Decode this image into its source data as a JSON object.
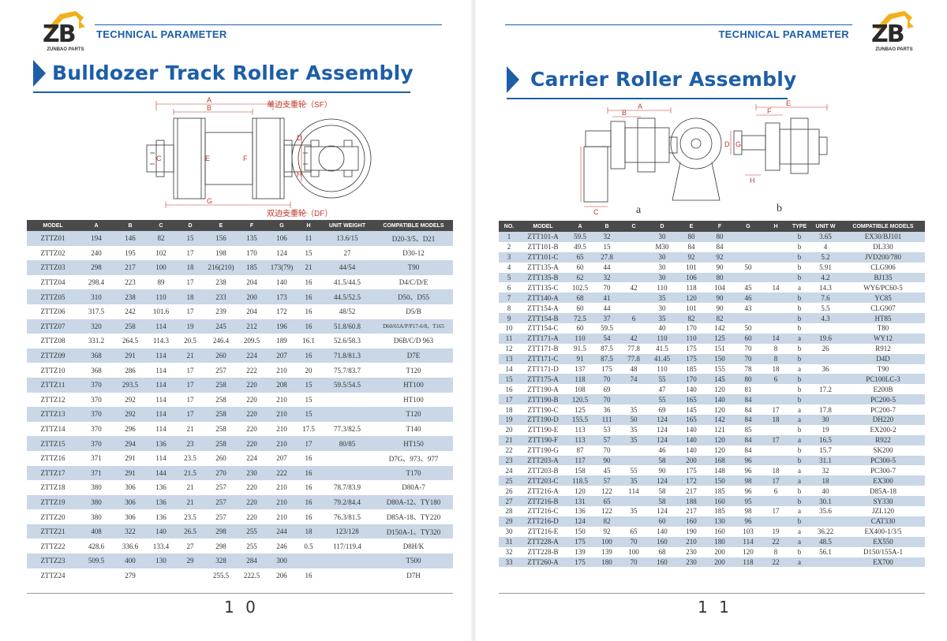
{
  "brand": {
    "sub": "ZUNBAO PARTS",
    "letters": "ZB"
  },
  "header_label": "TECHNICAL PARAMETER",
  "left": {
    "title": "Bulldozer Track Roller Assembly",
    "drawing_labels": {
      "A": "A",
      "B": "B",
      "C": "C",
      "D": "D",
      "E": "E",
      "F": "F",
      "G": "G",
      "H": "H",
      "sf": "单边支重轮（SF）",
      "df": "双边支重轮（DF）"
    },
    "columns": [
      "MODEL",
      "A",
      "B",
      "C",
      "D",
      "E",
      "F",
      "G",
      "H",
      "UNIT WEIGHT",
      "COMPATIBLE MODELS"
    ],
    "rows": [
      [
        "ZTTZ01",
        "194",
        "146",
        "82",
        "15",
        "156",
        "135",
        "106",
        "11",
        "13.6/15",
        "D20-3/5、D21"
      ],
      [
        "ZTTZ02",
        "240",
        "195",
        "102",
        "17",
        "198",
        "170",
        "124",
        "15",
        "27",
        "D30-12"
      ],
      [
        "ZTTZ03",
        "298",
        "217",
        "100",
        "18",
        "216(210)",
        "185",
        "173(79)",
        "21",
        "44/54",
        "T90"
      ],
      [
        "ZTTZ04",
        "298.4",
        "223",
        "89",
        "17",
        "238",
        "204",
        "140",
        "16",
        "41.5/44.5",
        "D4/C/D/E"
      ],
      [
        "ZTTZ05",
        "310",
        "238",
        "110",
        "18",
        "233",
        "200",
        "173",
        "16",
        "44.5/52.5",
        "D50、D55"
      ],
      [
        "ZTTZ06",
        "317.5",
        "242",
        "101.6",
        "17",
        "239",
        "204",
        "172",
        "16",
        "48/52",
        "D5/B"
      ],
      [
        "ZTTZ07",
        "320",
        "258",
        "114",
        "19",
        "245",
        "212",
        "196",
        "16",
        "51.8/60.8",
        "D60/65A/P/P17-6/8、T165"
      ],
      [
        "ZTTZ08",
        "331.2",
        "264.5",
        "114.3",
        "20.5",
        "246.4",
        "209.5",
        "189",
        "16.1",
        "52.6/58.3",
        "D6B/C/D 963"
      ],
      [
        "ZTTZ09",
        "368",
        "291",
        "114",
        "21",
        "260",
        "224",
        "207",
        "16",
        "71.8/81.3",
        "D7E"
      ],
      [
        "ZTTZ10",
        "368",
        "286",
        "114",
        "17",
        "257",
        "222",
        "210",
        "20",
        "75.7/83.7",
        "T120"
      ],
      [
        "ZTTZ11",
        "370",
        "293.5",
        "114",
        "17",
        "258",
        "220",
        "208",
        "15",
        "59.5/54.5",
        "HT100"
      ],
      [
        "ZTTZ12",
        "370",
        "292",
        "114",
        "17",
        "258",
        "220",
        "210",
        "15",
        "",
        "HT100"
      ],
      [
        "ZTTZ13",
        "370",
        "292",
        "114",
        "17",
        "258",
        "220",
        "210",
        "15",
        "",
        "T120"
      ],
      [
        "ZTTZ14",
        "370",
        "296",
        "114",
        "21",
        "258",
        "220",
        "210",
        "17.5",
        "77.3/82.5",
        "T140"
      ],
      [
        "ZTTZ15",
        "370",
        "294",
        "136",
        "23",
        "258",
        "220",
        "210",
        "17",
        "80/85",
        "HT150"
      ],
      [
        "ZTTZ16",
        "371",
        "291",
        "114",
        "23.5",
        "260",
        "224",
        "207",
        "16",
        "",
        "D7G、973、977"
      ],
      [
        "ZTTZ17",
        "371",
        "291",
        "144",
        "21.5",
        "270",
        "230",
        "222",
        "16",
        "",
        "T170"
      ],
      [
        "ZTTZ18",
        "380",
        "306",
        "136",
        "21",
        "257",
        "220",
        "210",
        "16",
        "78.7/83.9",
        "D80A-7"
      ],
      [
        "ZTTZ19",
        "380",
        "306",
        "136",
        "21",
        "257",
        "220",
        "210",
        "16",
        "79.2/84.4",
        "D80A-12、TY180"
      ],
      [
        "ZTTZ20",
        "380",
        "306",
        "136",
        "23.5",
        "257",
        "220",
        "210",
        "16",
        "76.3/81.5",
        "D85A-18、TY220"
      ],
      [
        "ZTTZ21",
        "408",
        "322",
        "140",
        "26.5",
        "298",
        "255",
        "244",
        "18",
        "123/128",
        "D150A-1、TY320"
      ],
      [
        "ZTTZ22",
        "428.6",
        "336.6",
        "133.4",
        "27",
        "298",
        "255",
        "246",
        "0.5",
        "117/119.4",
        "D8H/K"
      ],
      [
        "ZTTZ23",
        "509.5",
        "400",
        "130",
        "29",
        "328",
        "284",
        "300",
        "",
        "",
        "T500"
      ],
      [
        "ZTTZ24",
        "",
        "279",
        "",
        "",
        "255.5",
        "222.5",
        "206",
        "16",
        "",
        "D7H"
      ]
    ],
    "page_number": "1 0"
  },
  "right": {
    "title": "Carrier Roller Assembly",
    "drawing_labels": {
      "a": "a",
      "b": "b",
      "A": "A",
      "B": "B",
      "C": "C",
      "D": "D",
      "E": "E",
      "F": "F",
      "G": "G",
      "H": "H"
    },
    "columns": [
      "NO.",
      "MODEL",
      "A",
      "B",
      "C",
      "D",
      "E",
      "F",
      "G",
      "H",
      "TYPE",
      "UNIT W",
      "COMPATIBLE MODELS"
    ],
    "rows": [
      [
        "1",
        "ZTT101-A",
        "59.5",
        "32",
        "",
        "30",
        "80",
        "80",
        "",
        "",
        "b",
        "3.65",
        "EX30/BJ101"
      ],
      [
        "2",
        "ZTT101-B",
        "49.5",
        "15",
        "",
        "M30",
        "84",
        "84",
        "",
        "",
        "b",
        "4",
        "DL330"
      ],
      [
        "3",
        "ZTT101-C",
        "65",
        "27.8",
        "",
        "30",
        "92",
        "92",
        "",
        "",
        "b",
        "5.2",
        "JVD200/780"
      ],
      [
        "4",
        "ZTT135-A",
        "60",
        "44",
        "",
        "30",
        "101",
        "90",
        "50",
        "",
        "b",
        "5.91",
        "CLG906"
      ],
      [
        "5",
        "ZTT135-B",
        "62",
        "32",
        "",
        "30",
        "106",
        "80",
        "",
        "",
        "b",
        "4.2",
        "BJ135"
      ],
      [
        "6",
        "ZTT135-C",
        "102.5",
        "70",
        "42",
        "110",
        "118",
        "104",
        "45",
        "14",
        "a",
        "14.3",
        "WY6/PC60-5"
      ],
      [
        "7",
        "ZTT140-A",
        "68",
        "41",
        "",
        "35",
        "120",
        "90",
        "46",
        "",
        "b",
        "7.6",
        "YC85"
      ],
      [
        "8",
        "ZTT154-A",
        "60",
        "44",
        "",
        "30",
        "101",
        "90",
        "43",
        "",
        "b",
        "5.5",
        "CLG907"
      ],
      [
        "9",
        "ZTT154-B",
        "72.5",
        "37",
        "6",
        "35",
        "82",
        "82",
        "",
        "",
        "b",
        "4.3",
        "HT85"
      ],
      [
        "10",
        "ZTT154-C",
        "60",
        "59.5",
        "",
        "40",
        "170",
        "142",
        "50",
        "",
        "b",
        "",
        "T80"
      ],
      [
        "11",
        "ZTT171-A",
        "110",
        "54",
        "42",
        "110",
        "110",
        "125",
        "60",
        "14",
        "a",
        "19.6",
        "WY12"
      ],
      [
        "12",
        "ZTT171-B",
        "91.5",
        "87.5",
        "77.8",
        "41.5",
        "175",
        "151",
        "70",
        "8",
        "b",
        "26",
        "R912"
      ],
      [
        "13",
        "ZTT171-C",
        "91",
        "87.5",
        "77.8",
        "41.45",
        "175",
        "150",
        "70",
        "8",
        "b",
        "",
        "D4D"
      ],
      [
        "14",
        "ZTT171-D",
        "137",
        "175",
        "48",
        "110",
        "185",
        "155",
        "78",
        "18",
        "a",
        "36",
        "T90"
      ],
      [
        "15",
        "ZTT175-A",
        "118",
        "70",
        "74",
        "55",
        "170",
        "145",
        "80",
        "6",
        "b",
        "",
        "PC100LC-3"
      ],
      [
        "16",
        "ZTT190-A",
        "108",
        "69",
        "",
        "47",
        "140",
        "120",
        "81",
        "",
        "b",
        "17.2",
        "E200B"
      ],
      [
        "17",
        "ZTT190-B",
        "120.5",
        "70",
        "",
        "55",
        "165",
        "140",
        "84",
        "",
        "b",
        "",
        "PC200-5"
      ],
      [
        "18",
        "ZTT190-C",
        "125",
        "36",
        "35",
        "69",
        "145",
        "120",
        "84",
        "17",
        "a",
        "17.8",
        "PC200-7"
      ],
      [
        "19",
        "ZTT190-D",
        "155.5",
        "111",
        "50",
        "124",
        "165",
        "142",
        "84",
        "18",
        "a",
        "30",
        "DH220"
      ],
      [
        "20",
        "ZTT190-E",
        "113",
        "53",
        "35",
        "124",
        "140",
        "121",
        "85",
        "",
        "b",
        "19",
        "EX200-2"
      ],
      [
        "21",
        "ZTT190-F",
        "113",
        "57",
        "35",
        "124",
        "140",
        "120",
        "84",
        "17",
        "a",
        "16.5",
        "R922"
      ],
      [
        "22",
        "ZTT190-G",
        "87",
        "70",
        "",
        "46",
        "140",
        "120",
        "84",
        "",
        "b",
        "15.7",
        "SK200"
      ],
      [
        "23",
        "ZTT203-A",
        "117",
        "90",
        "",
        "58",
        "200",
        "168",
        "96",
        "",
        "b",
        "31.1",
        "PC300-5"
      ],
      [
        "24",
        "ZTT203-B",
        "158",
        "45",
        "55",
        "90",
        "175",
        "148",
        "96",
        "18",
        "a",
        "32",
        "PC300-7"
      ],
      [
        "25",
        "ZTT203-C",
        "118.5",
        "57",
        "35",
        "124",
        "172",
        "150",
        "98",
        "17",
        "a",
        "18",
        "EX300"
      ],
      [
        "26",
        "ZTT216-A",
        "120",
        "122",
        "114",
        "58",
        "217",
        "185",
        "96",
        "6",
        "b",
        "40",
        "D85A-18"
      ],
      [
        "27",
        "ZTT216-B",
        "131",
        "65",
        "",
        "58",
        "188",
        "160",
        "95",
        "",
        "b",
        "30.1",
        "SY330"
      ],
      [
        "28",
        "ZTT216-C",
        "136",
        "122",
        "35",
        "124",
        "217",
        "185",
        "98",
        "17",
        "a",
        "35.6",
        "JZL120"
      ],
      [
        "29",
        "ZTT216-D",
        "124",
        "82",
        "",
        "60",
        "160",
        "130",
        "96",
        "",
        "b",
        "",
        "CAT330"
      ],
      [
        "30",
        "ZTT216-E",
        "150",
        "92",
        "65",
        "140",
        "190",
        "160",
        "103",
        "19",
        "a",
        "36.22",
        "EX400-1/3/5"
      ],
      [
        "31",
        "ZTT228-A",
        "175",
        "100",
        "70",
        "160",
        "210",
        "180",
        "114",
        "22",
        "a",
        "48.5",
        "EX550"
      ],
      [
        "32",
        "ZTT228-B",
        "139",
        "139",
        "100",
        "68",
        "230",
        "200",
        "120",
        "8",
        "b",
        "56.1",
        "D150/155A-1"
      ],
      [
        "33",
        "ZTT260-A",
        "175",
        "180",
        "70",
        "160",
        "230",
        "200",
        "118",
        "22",
        "a",
        "",
        "EX700"
      ]
    ],
    "page_number": "1 1"
  }
}
